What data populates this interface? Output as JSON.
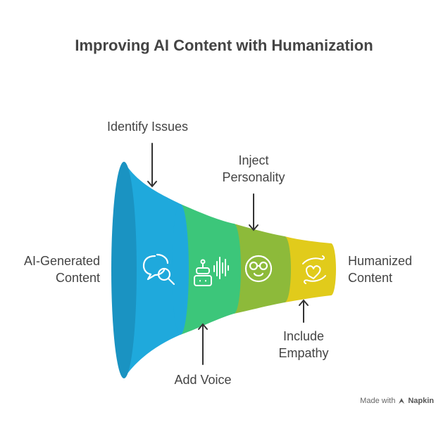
{
  "title": "Improving AI Content with Humanization",
  "input_label": [
    "AI-Generated",
    "Content"
  ],
  "output_label": [
    "Humanized",
    "Content"
  ],
  "stages": [
    {
      "label": "Identify Issues",
      "icon": "chat-search-icon",
      "color": "#1FA9DC",
      "label_position": "above"
    },
    {
      "label": "Add Voice",
      "icon": "robot-voice-icon",
      "color": "#3CC67A",
      "label_position": "below"
    },
    {
      "label": "Inject Personality",
      "icon": "face-glasses-icon",
      "color": "#8DBA3A",
      "label_position": "above"
    },
    {
      "label": "Include Empathy",
      "icon": "hands-heart-icon",
      "color": "#E1CB1B",
      "label_position": "below"
    }
  ],
  "footer": {
    "made_with": "Made with",
    "brand": "Napkin"
  }
}
